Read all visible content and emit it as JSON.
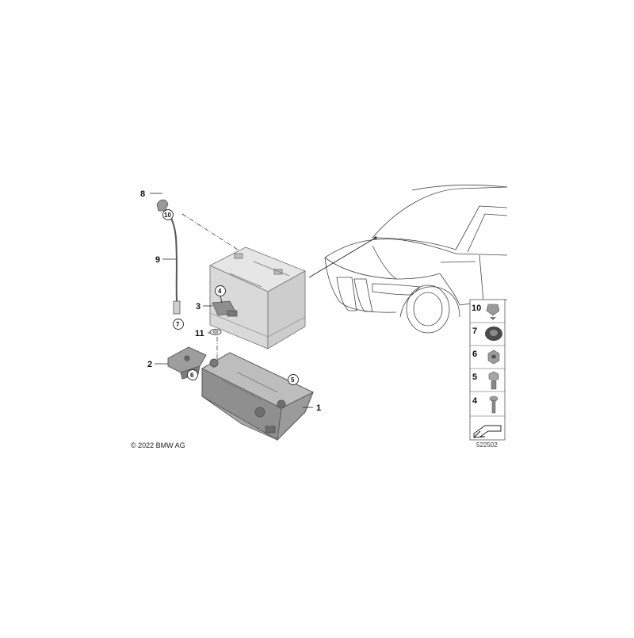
{
  "callouts": {
    "c1": "1",
    "c2": "2",
    "c3": "3",
    "c4": "4",
    "c5": "5",
    "c6": "6",
    "c7": "7",
    "c8": "8",
    "c9": "9",
    "c10": "10",
    "c11": "11"
  },
  "legend": {
    "items": [
      {
        "label": "10",
        "icon": "clip-icon"
      },
      {
        "label": "7",
        "icon": "grommet-icon"
      },
      {
        "label": "6",
        "icon": "hex-nut-icon"
      },
      {
        "label": "5",
        "icon": "collar-bolt-icon"
      },
      {
        "label": "4",
        "icon": "screw-icon"
      }
    ],
    "arrow_icon": "direction-arrow-icon"
  },
  "copyright": "© 2022 BMW AG",
  "diagram_number": "522502"
}
